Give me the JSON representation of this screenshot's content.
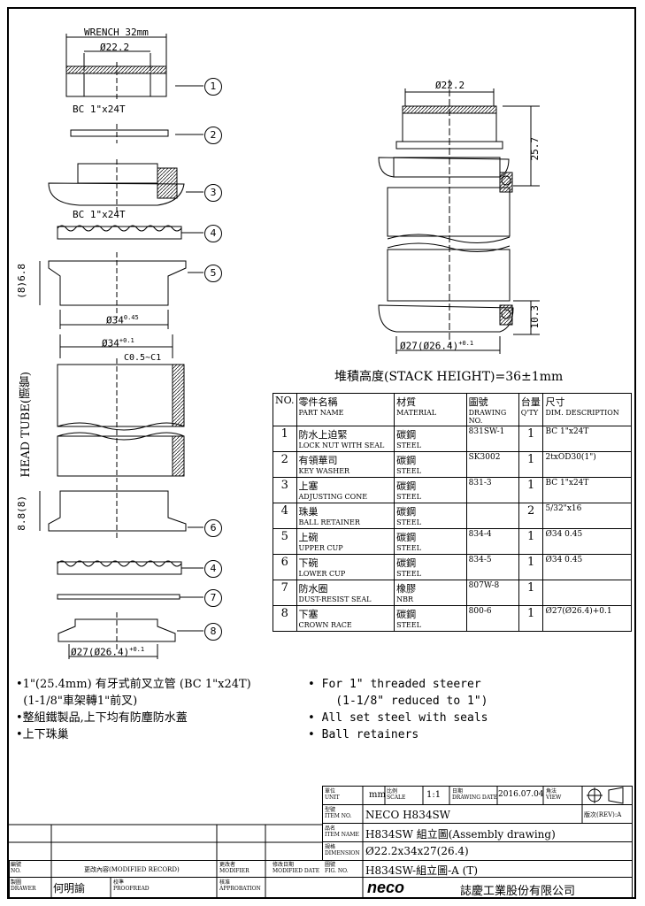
{
  "drawing": {
    "wrench_label": "WRENCH 32mm",
    "top_dia_label": "Ø22.2",
    "thread1_label": "BC 1\"x24T",
    "thread2_label": "BC 1\"x24T",
    "dim_68": "(8)6.8",
    "cup_dia_upper": "Ø34",
    "cup_tol_upper": "0.45",
    "frame_dia": "Ø34",
    "frame_tol": "+0.1",
    "chamfer": "C0.5~C1",
    "head_tube_label": "HEAD TUBE(頭管)",
    "dim_88": "8.8(8)",
    "crown_dia": "Ø27(Ø26.4)",
    "crown_tol": "+0.1",
    "asm_top_dia": "Ø22.2",
    "asm_height": "25.7",
    "asm_bottom": "10.3",
    "asm_crown_dia": "Ø27(Ø26.4)",
    "asm_crown_tol": "+0.1",
    "callouts": [
      "1",
      "2",
      "3",
      "4",
      "5",
      "6",
      "4",
      "7",
      "8"
    ]
  },
  "stack_height": "堆積高度(STACK HEIGHT)=36±1mm",
  "parts_table": {
    "headers": {
      "no": "NO.",
      "name_zh": "零件名稱",
      "name_en": "PART NAME",
      "mat_zh": "材質",
      "mat_en": "MATERIAL",
      "dwg_zh": "圖號",
      "dwg_en": "DRAWING NO.",
      "qty_zh": "台量",
      "qty_en": "Q'TY",
      "dim_zh": "尺寸",
      "dim_en": "DIM. DESCRIPTION"
    },
    "rows": [
      {
        "no": "1",
        "name_zh": "防水上迫緊",
        "name_en": "LOCK NUT WITH SEAL",
        "mat_zh": "碳鋼",
        "mat_en": "STEEL",
        "dwg": "831SW-1",
        "qty": "1",
        "dim": "BC 1\"x24T"
      },
      {
        "no": "2",
        "name_zh": "有領華司",
        "name_en": "KEY WASHER",
        "mat_zh": "碳鋼",
        "mat_en": "STEEL",
        "dwg": "SK3002",
        "qty": "1",
        "dim": "2txOD30(1\")"
      },
      {
        "no": "3",
        "name_zh": "上塞",
        "name_en": "ADJUSTING CONE",
        "mat_zh": "碳鋼",
        "mat_en": "STEEL",
        "dwg": "831-3",
        "qty": "1",
        "dim": "BC 1\"x24T"
      },
      {
        "no": "4",
        "name_zh": "珠巢",
        "name_en": "BALL RETAINER",
        "mat_zh": "碳鋼",
        "mat_en": "STEEL",
        "dwg": "",
        "qty": "2",
        "dim": "5/32\"x16"
      },
      {
        "no": "5",
        "name_zh": "上碗",
        "name_en": "UPPER CUP",
        "mat_zh": "碳鋼",
        "mat_en": "STEEL",
        "dwg": "834-4",
        "qty": "1",
        "dim": "Ø34 0.45"
      },
      {
        "no": "6",
        "name_zh": "下碗",
        "name_en": "LOWER CUP",
        "mat_zh": "碳鋼",
        "mat_en": "STEEL",
        "dwg": "834-5",
        "qty": "1",
        "dim": "Ø34 0.45"
      },
      {
        "no": "7",
        "name_zh": "防水圈",
        "name_en": "DUST-RESIST SEAL",
        "mat_zh": "橡膠",
        "mat_en": "NBR",
        "dwg": "807W-8",
        "qty": "1",
        "dim": ""
      },
      {
        "no": "8",
        "name_zh": "下塞",
        "name_en": "CROWN RACE",
        "mat_zh": "碳鋼",
        "mat_en": "STEEL",
        "dwg": "800-6",
        "qty": "1",
        "dim": "Ø27(Ø26.4)+0.1"
      }
    ]
  },
  "notes_zh": [
    "•1\"(25.4mm) 有牙式前叉立管 (BC 1\"x24T)",
    "  (1-1/8\"車架轉1\"前叉)",
    "•整組鐵製品,上下均有防塵防水蓋",
    "•上下珠巢"
  ],
  "notes_en": [
    "• For 1\" threaded steerer",
    "    (1-1/8\" reduced to 1\")",
    "• All set steel with seals",
    "• Ball retainers"
  ],
  "title_block": {
    "unit_zh": "單位",
    "unit_en": "UNIT",
    "unit_val": "mm",
    "scale_zh": "比例",
    "scale_en": "SCALE",
    "scale_val": "1:1",
    "date_zh": "日期",
    "date_en": "DRAWING DATE",
    "date_val": "2016.07.04",
    "view_zh": "角法",
    "view_en": "VIEW",
    "model_zh": "型號",
    "model_en": "ITEM NO.",
    "model_val": "NECO H834SW",
    "rev": "版次(REV):A",
    "name_zh": "品名",
    "name_en": "ITEM NAME",
    "name_val": "H834SW 組立圖(Assembly drawing)",
    "dim_zh": "規格",
    "dim_en": "DIMENSION",
    "dim_val": "Ø22.2x34x27(26.4)",
    "fig_zh": "圖號",
    "fig_en": "FIG. NO.",
    "fig_val": "H834SW-組立圖-A (T)",
    "no_zh": "編號",
    "no_en": "NO.",
    "mod_label": "更改內容(MODIFIED RECORD)",
    "modifier_zh": "更改者",
    "modifier_en": "MODIFIER",
    "moddate_zh": "修改日期",
    "moddate_en": "MODIFIED DATE",
    "drawer_zh": "製圖",
    "drawer_en": "DRAWER",
    "drawer_val": "何明諭",
    "proof_zh": "校準",
    "proof_en": "PROOFREAD",
    "approve_zh": "核准",
    "approve_en": "APPROBATION",
    "logo": "neco",
    "company": "誌慶工業股份有限公司"
  }
}
